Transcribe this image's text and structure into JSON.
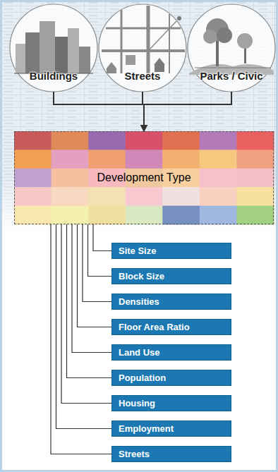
{
  "diagram": {
    "nodes": [
      {
        "text": [
          "Buildings"
        ]
      },
      {
        "text": [
          "Streets"
        ]
      },
      {
        "text": [
          "Parks / Civic"
        ]
      },
      {
        "text": [
          "Development Type"
        ]
      },
      {
        "text": [
          "Site Size"
        ]
      },
      {
        "text": [
          "Block Size"
        ]
      },
      {
        "text": [
          "Densities"
        ]
      },
      {
        "text": [
          "Floor Area Ratio"
        ]
      },
      {
        "text": [
          "Land Use"
        ]
      },
      {
        "text": [
          "Population"
        ]
      },
      {
        "text": [
          "Housing"
        ]
      },
      {
        "text": [
          "Employment"
        ]
      },
      {
        "text": [
          "Streets"
        ]
      }
    ],
    "edges": [
      {
        "from": 0,
        "to": 3,
        "arrow": "to"
      },
      {
        "from": 1,
        "to": 3,
        "arrow": "to"
      },
      {
        "from": 2,
        "to": 3,
        "arrow": "to"
      },
      {
        "from": 3,
        "to": 4,
        "arrow": "none"
      },
      {
        "from": 3,
        "to": 5,
        "arrow": "none"
      },
      {
        "from": 3,
        "to": 6,
        "arrow": "none"
      },
      {
        "from": 3,
        "to": 7,
        "arrow": "none"
      },
      {
        "from": 3,
        "to": 8,
        "arrow": "none"
      },
      {
        "from": 3,
        "to": 9,
        "arrow": "none"
      },
      {
        "from": 3,
        "to": 10,
        "arrow": "none"
      },
      {
        "from": 3,
        "to": 11,
        "arrow": "none"
      },
      {
        "from": 3,
        "to": 12,
        "arrow": "none"
      }
    ]
  }
}
